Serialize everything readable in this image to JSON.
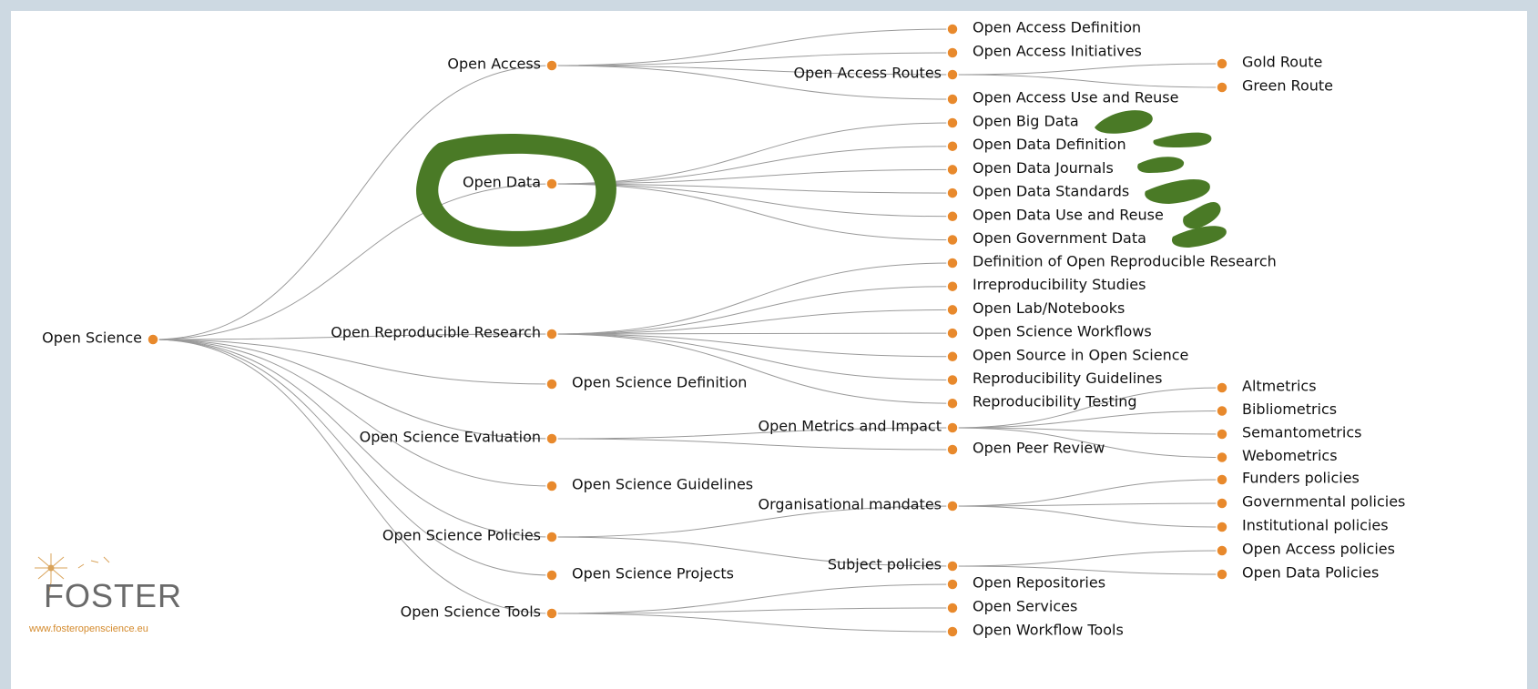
{
  "colors": {
    "accent": "#e8892c",
    "annotation": "#4a7a26",
    "frame": "#cdd9e2"
  },
  "root": {
    "label": "Open Science",
    "children": [
      {
        "label": "Open Access",
        "children": [
          {
            "label": "Open Access Definition"
          },
          {
            "label": "Open Access Initiatives"
          },
          {
            "label": "Open Access Routes",
            "children": [
              {
                "label": "Gold Route"
              },
              {
                "label": "Green Route"
              }
            ]
          },
          {
            "label": "Open Access Use and Reuse"
          }
        ]
      },
      {
        "label": "Open Data",
        "children": [
          {
            "label": "Open Big Data"
          },
          {
            "label": "Open Data Definition"
          },
          {
            "label": "Open Data Journals"
          },
          {
            "label": "Open Data Standards"
          },
          {
            "label": "Open Data Use and Reuse"
          },
          {
            "label": "Open Government Data"
          }
        ]
      },
      {
        "label": "Open Reproducible Research",
        "children": [
          {
            "label": "Definition of Open Reproducible Research"
          },
          {
            "label": "Irreproducibility Studies"
          },
          {
            "label": "Open Lab/Notebooks"
          },
          {
            "label": "Open Science Workflows"
          },
          {
            "label": "Open Source in Open Science"
          },
          {
            "label": "Reproducibility Guidelines"
          },
          {
            "label": "Reproducibility Testing"
          }
        ]
      },
      {
        "label": "Open Science Definition"
      },
      {
        "label": "Open Science Evaluation",
        "children": [
          {
            "label": "Open Metrics and Impact",
            "children": [
              {
                "label": "Altmetrics"
              },
              {
                "label": "Bibliometrics"
              },
              {
                "label": "Semantometrics"
              },
              {
                "label": "Webometrics"
              }
            ]
          },
          {
            "label": "Open Peer Review"
          }
        ]
      },
      {
        "label": "Open Science Guidelines"
      },
      {
        "label": "Open Science Policies",
        "children": [
          {
            "label": "Organisational mandates",
            "children": [
              {
                "label": "Funders policies"
              },
              {
                "label": "Governmental policies"
              },
              {
                "label": "Institutional policies"
              }
            ]
          },
          {
            "label": "Subject policies",
            "children": [
              {
                "label": "Open Access policies"
              },
              {
                "label": "Open Data Policies"
              }
            ]
          }
        ]
      },
      {
        "label": "Open Science Projects"
      },
      {
        "label": "Open Science Tools",
        "children": [
          {
            "label": "Open Repositories"
          },
          {
            "label": "Open Services"
          },
          {
            "label": "Open Workflow Tools"
          }
        ]
      }
    ]
  },
  "logo": {
    "wordmark": "FOSTER",
    "url": "www.fosteropenscience.eu"
  }
}
